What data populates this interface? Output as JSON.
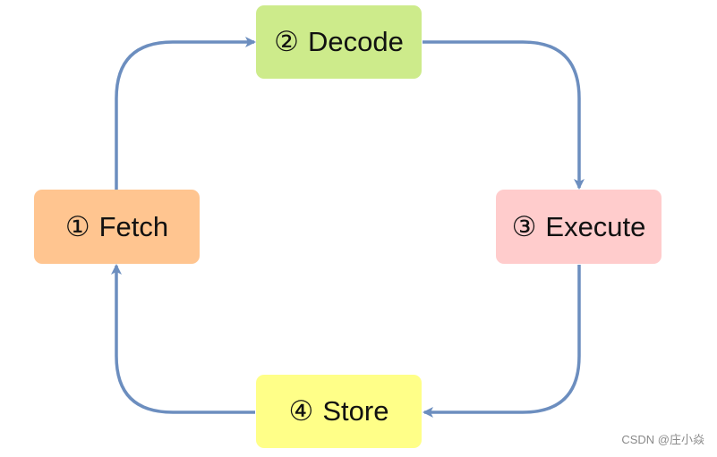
{
  "diagram": {
    "nodes": [
      {
        "id": "decode",
        "number": "②",
        "label": "Decode",
        "fill": "#cdeb8b"
      },
      {
        "id": "fetch",
        "number": "①",
        "label": "Fetch",
        "fill": "#ffc590"
      },
      {
        "id": "execute",
        "number": "③",
        "label": "Execute",
        "fill": "#ffcccc"
      },
      {
        "id": "store",
        "number": "④",
        "label": "Store",
        "fill": "#ffff88"
      }
    ],
    "edges": [
      {
        "from": "fetch",
        "to": "decode"
      },
      {
        "from": "decode",
        "to": "execute"
      },
      {
        "from": "execute",
        "to": "store"
      },
      {
        "from": "store",
        "to": "fetch"
      }
    ],
    "arrow_color": "#6c8ebf"
  },
  "watermark": "CSDN @庄小焱"
}
